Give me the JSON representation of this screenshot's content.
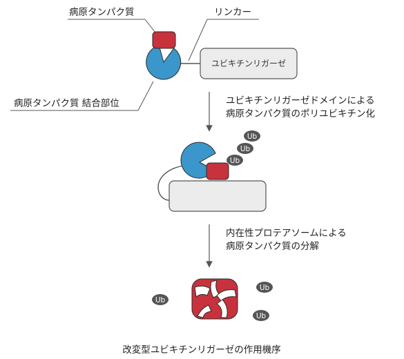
{
  "labels": {
    "target_protein": "病原タンパク質",
    "linker": "リンカー",
    "ubiquitin_ligase": "ユビキチンリガーゼ",
    "binding_site": "病原タンパク質 結合部位",
    "step1_line1": "ユビキチンリガーゼドメインによる",
    "step1_line2": "病原タンパク質のポリユビキチン化",
    "step2_line1": "内在性プロテアソームによる",
    "step2_line2": "病原タンパク質の分解",
    "caption": "改変型ユビキチンリガーゼの作用機序"
  },
  "ubiquitin_label": "Ub",
  "colors": {
    "binder": "#3b97cb",
    "protein": "#c8323c",
    "ligase_fill": "#ececec",
    "ub_fill": "#555555",
    "line": "#555555"
  }
}
